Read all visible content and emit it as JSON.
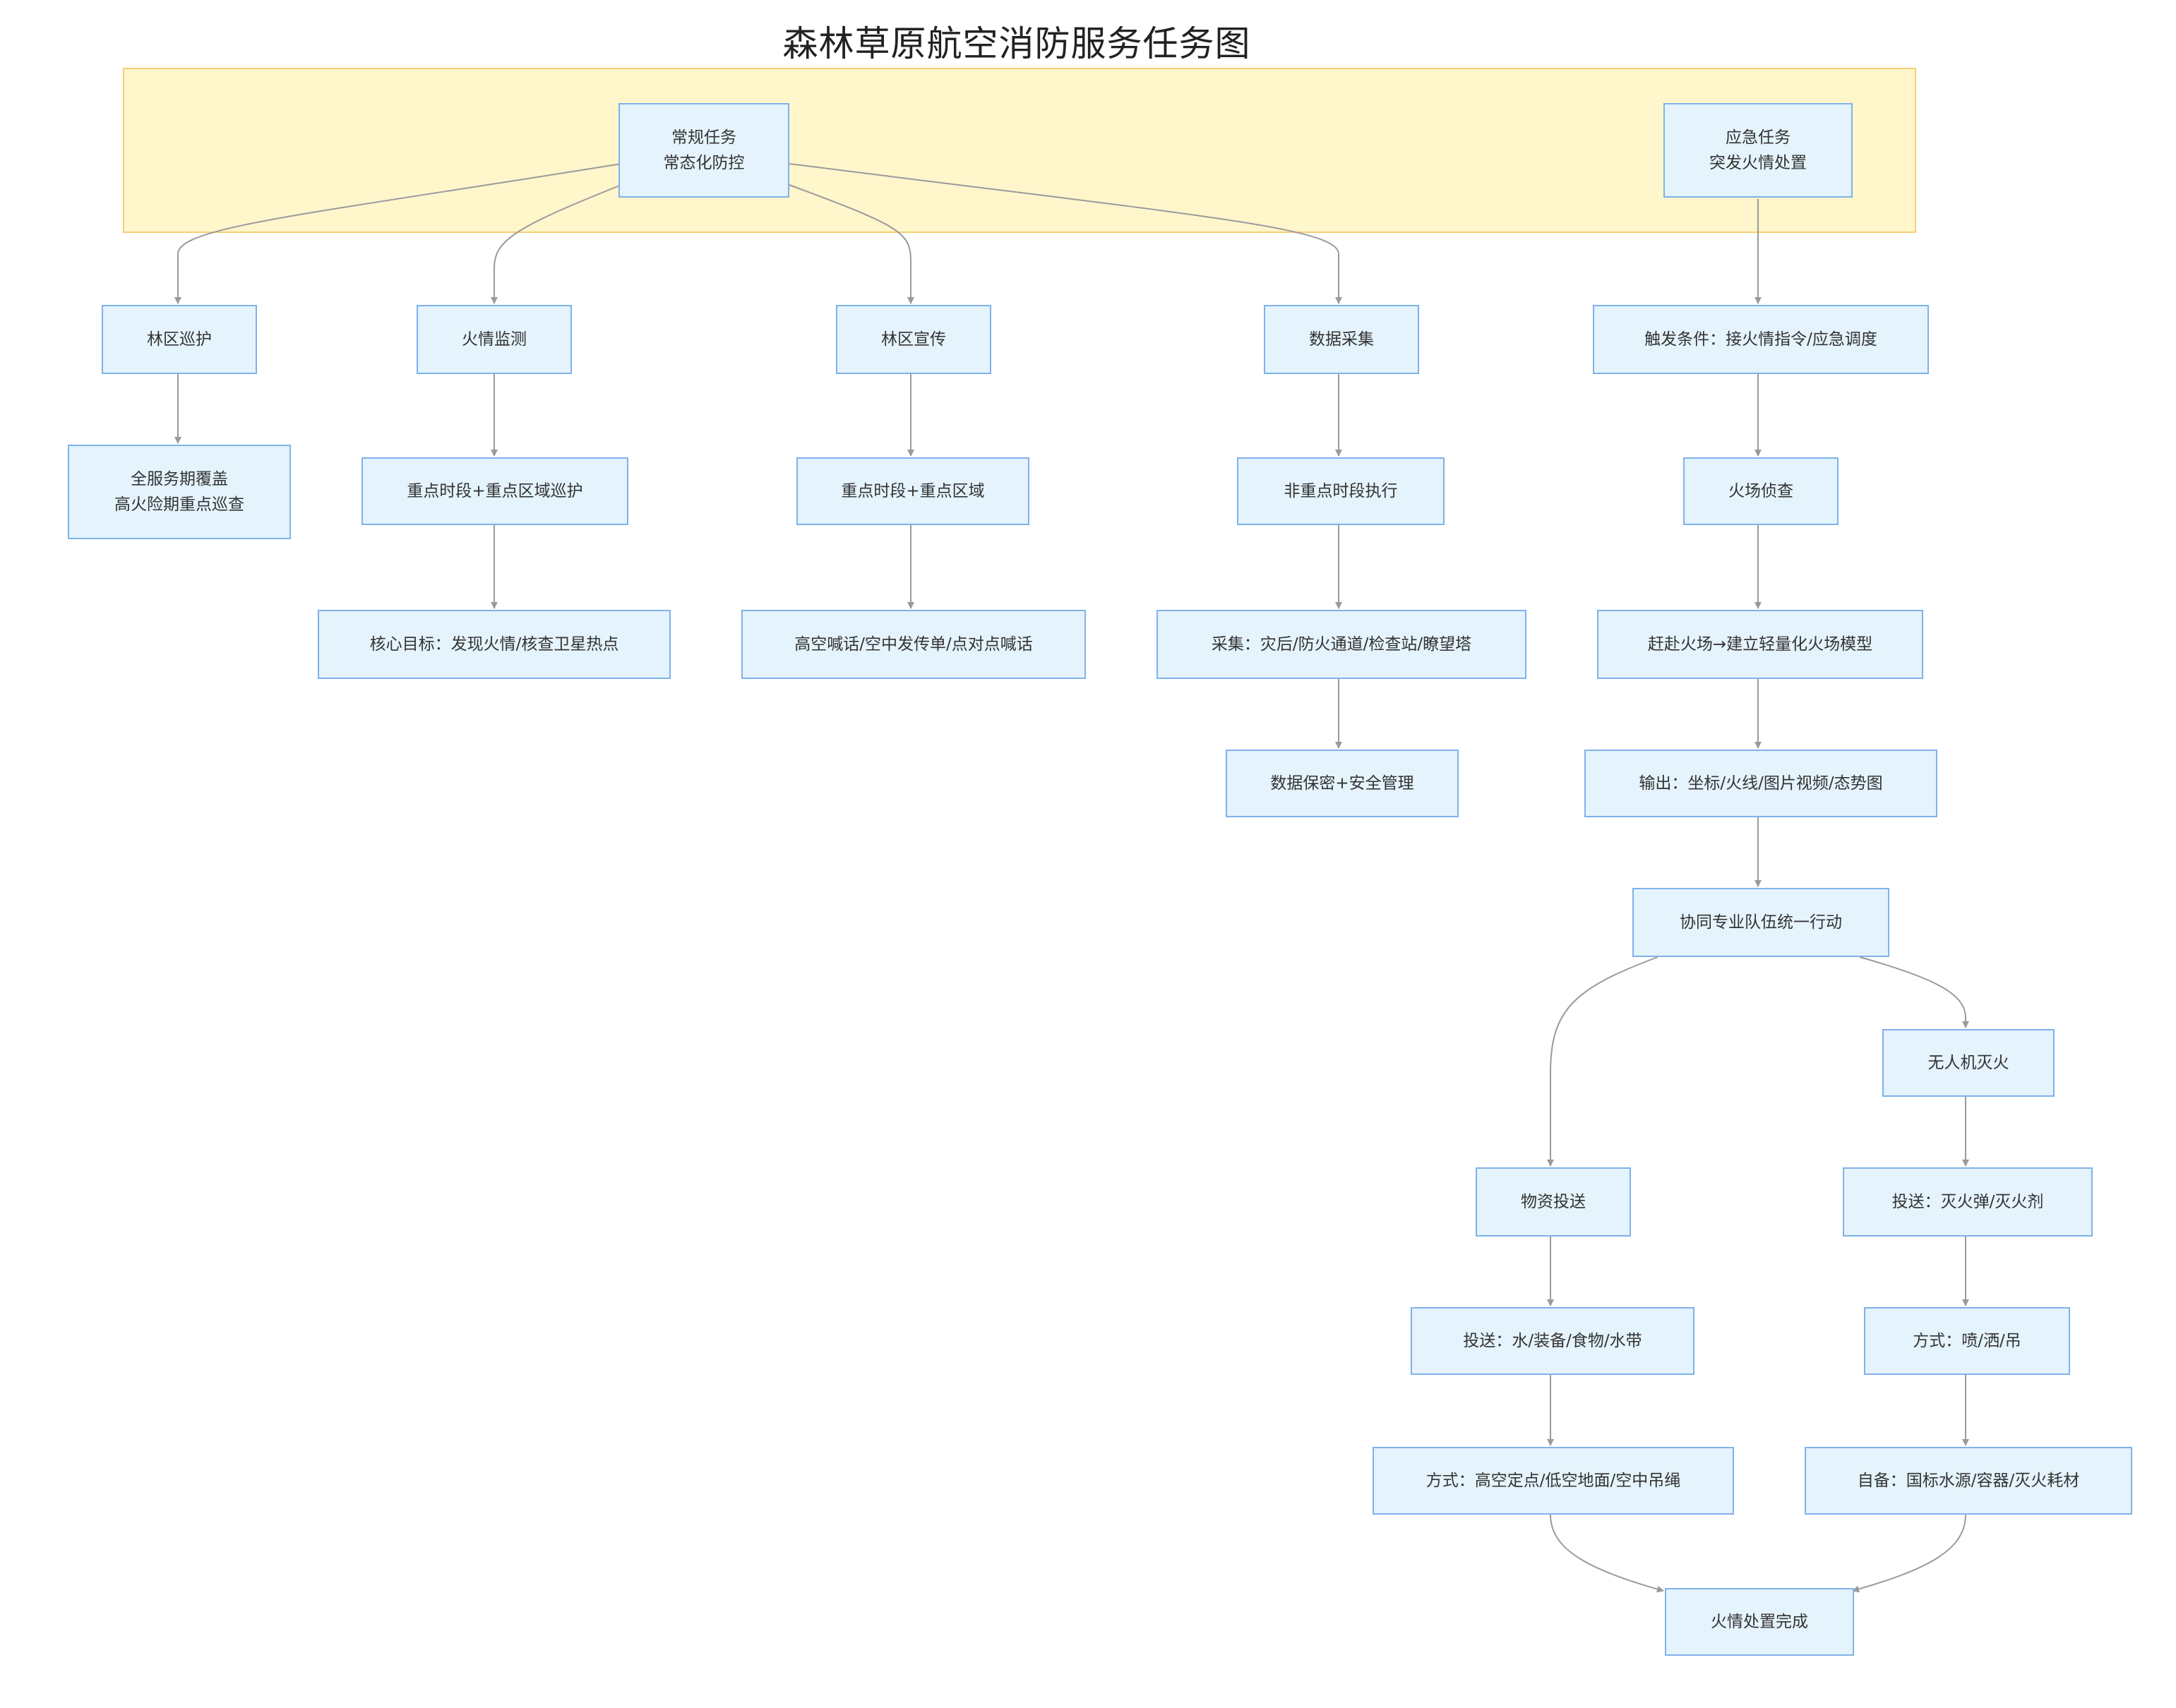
{
  "title": "森林草原航空消防服务任务图",
  "colors": {
    "band_fill": "#fff6cc",
    "band_border": "#f6cf72",
    "node_fill": "#e4f3fc",
    "node_border": "#7fb2ea",
    "edge": "#9a9a9a"
  },
  "nodes": {
    "routine": [
      "常规任务",
      "常态化防控"
    ],
    "emergency": [
      "应急任务",
      "突发火情处置"
    ],
    "patrol": "林区巡护",
    "patrol_detail": [
      "全服务期覆盖",
      "高火险期重点巡查"
    ],
    "monitor": "火情监测",
    "monitor_period": "重点时段+重点区域巡护",
    "monitor_goal": "核心目标：发现火情/核查卫星热点",
    "promo": "林区宣传",
    "promo_period": "重点时段+重点区域",
    "promo_methods": "高空喊话/空中发传单/点对点喊话",
    "data": "数据采集",
    "data_period": "非重点时段执行",
    "data_collect": "采集：灾后/防火通道/检查站/瞭望塔",
    "data_security": "数据保密+安全管理",
    "trigger": "触发条件：接火情指令/应急调度",
    "recon": "火场侦查",
    "model": "赶赴火场→建立轻量化火场模型",
    "output": "输出：坐标/火线/图片视频/态势图",
    "coord": "协同专业队伍统一行动",
    "supply": "物资投送",
    "supply_items": "投送：水/装备/食物/水带",
    "supply_method": "方式：高空定点/低空地面/空中吊绳",
    "drone": "无人机灭火",
    "drone_items": "投送：灭火弹/灭火剂",
    "drone_method": "方式：喷/洒/吊",
    "drone_self": "自备：国标水源/容器/灭火耗材",
    "done": "火情处置完成"
  }
}
